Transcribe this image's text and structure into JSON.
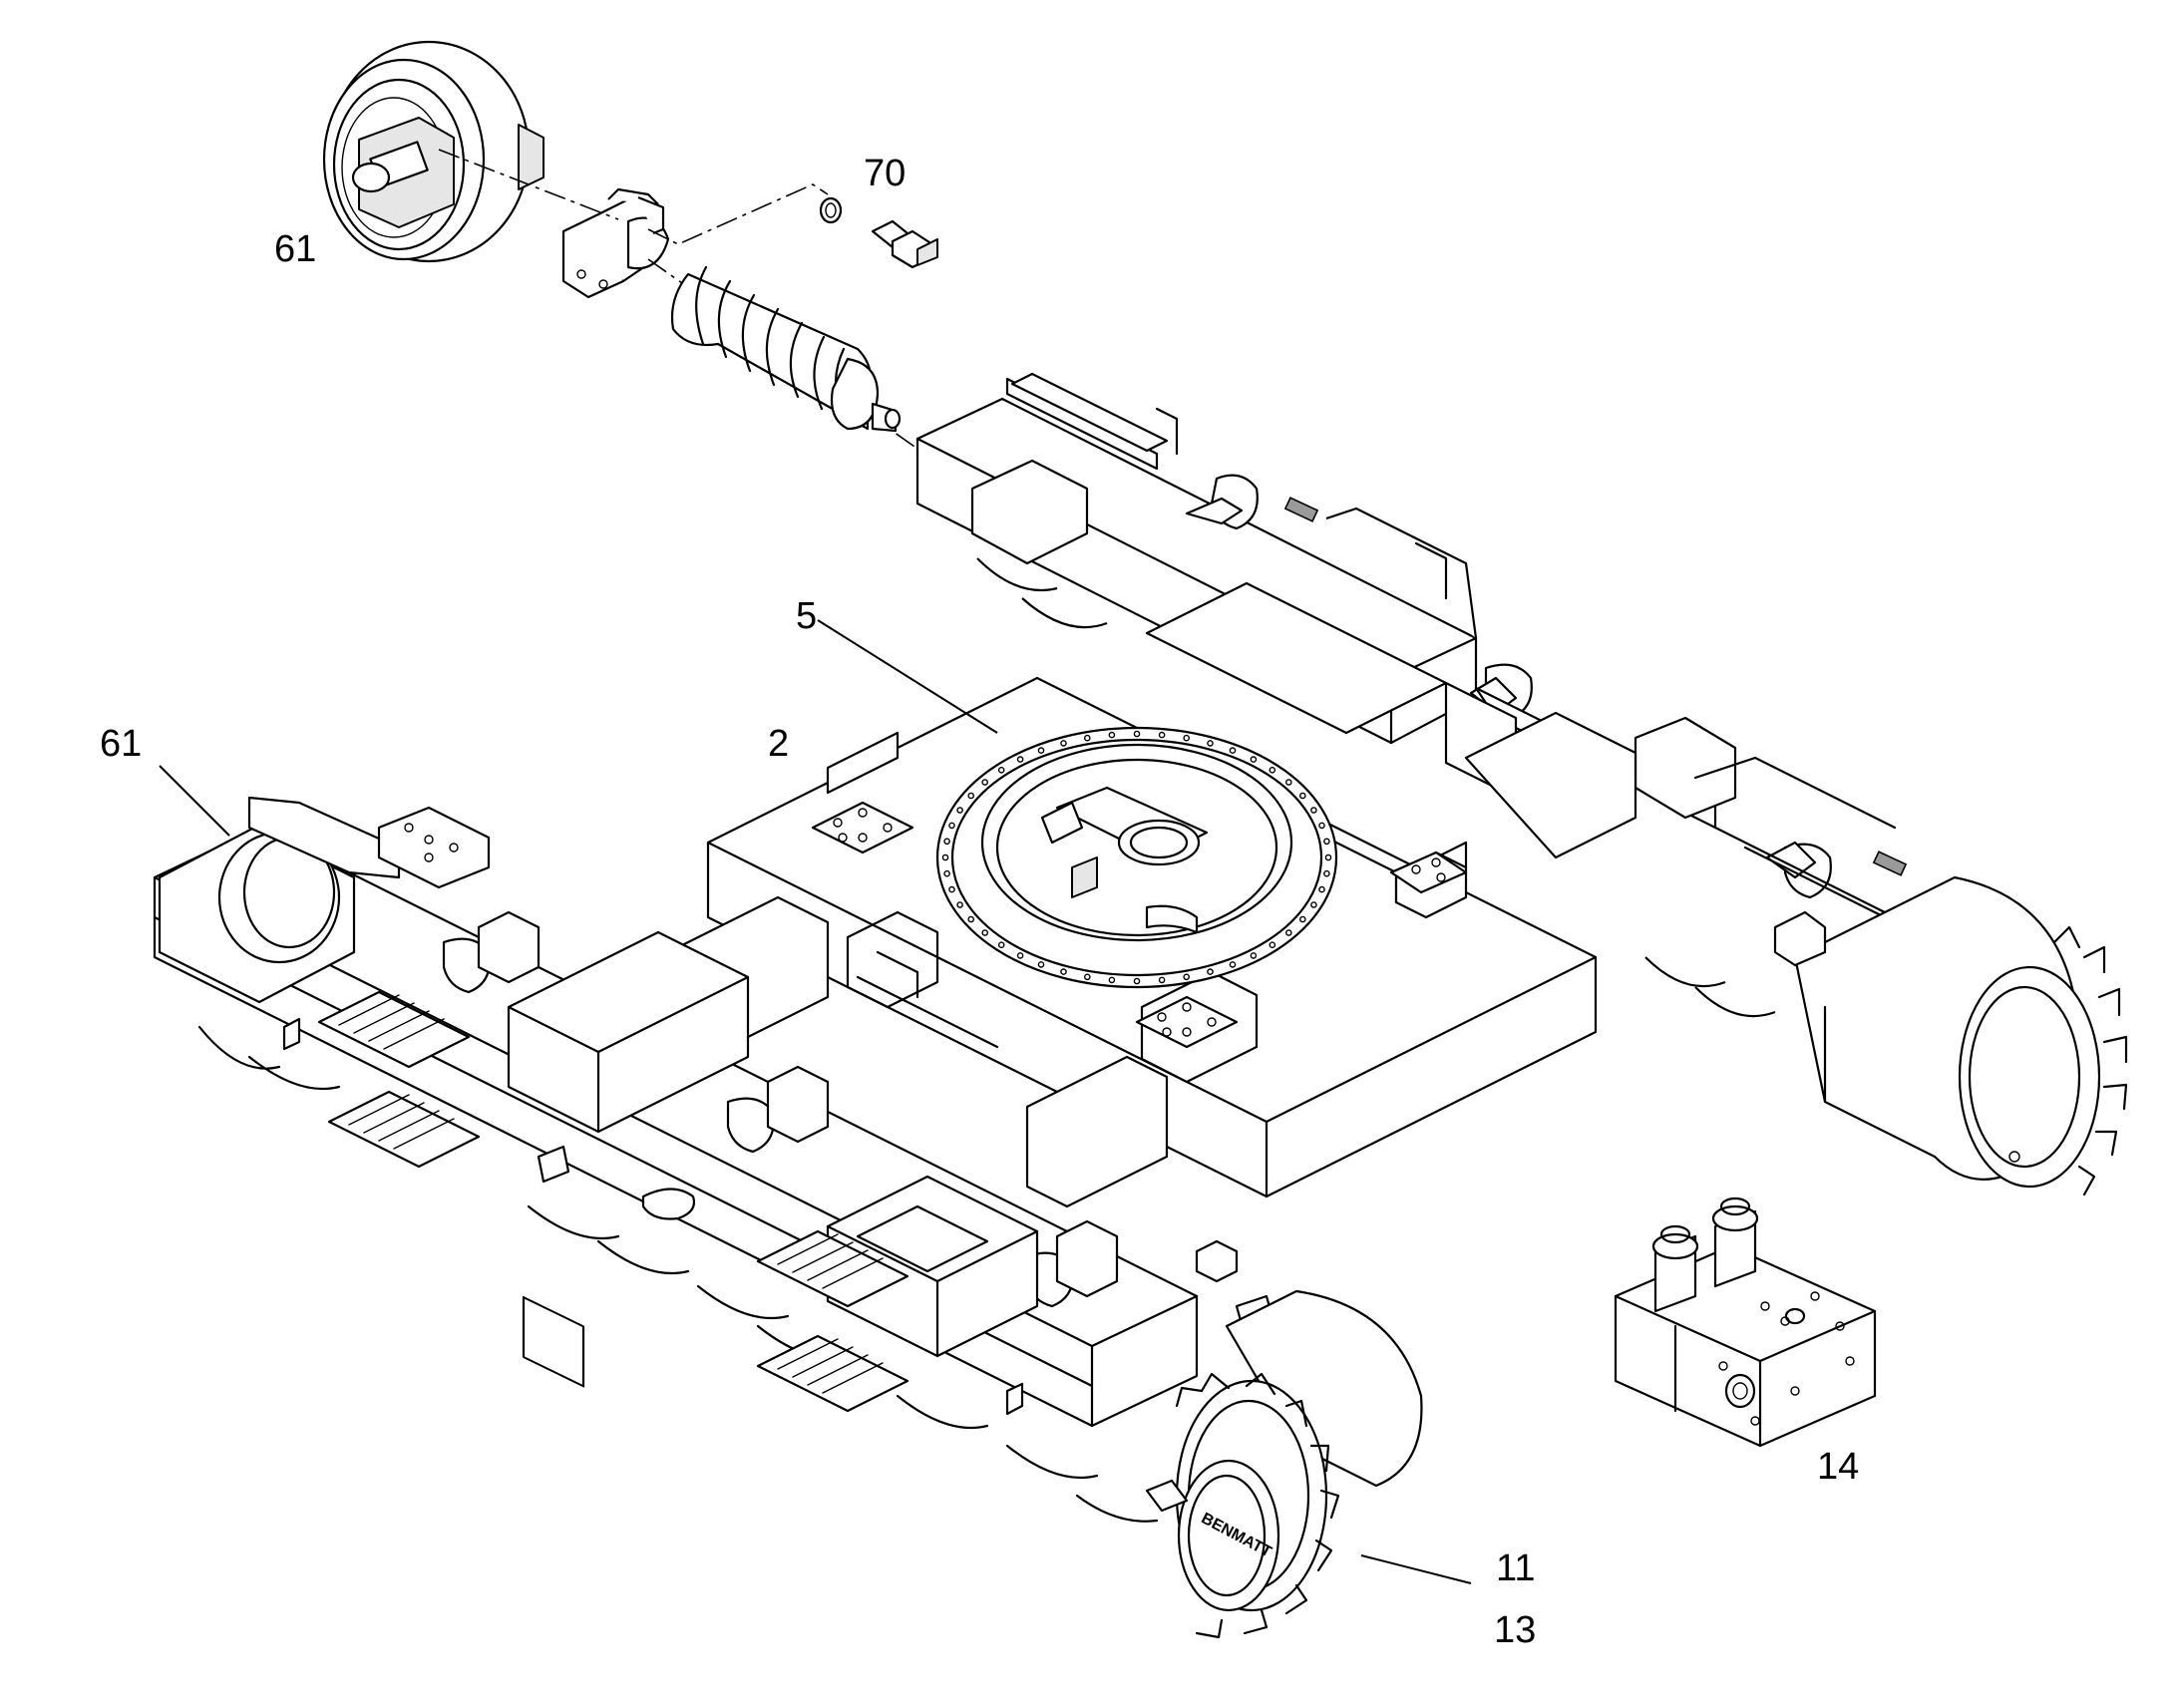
{
  "diagram": {
    "callouts": {
      "idler_top": "61",
      "fitting": "70",
      "bearing_ring": "5",
      "frame": "2",
      "idler_left": "61",
      "drive_a": "11",
      "drive_b": "13",
      "valve_block": "14"
    },
    "sprocket_logo": "BENMATT",
    "line_color": "#000000",
    "background_color": "#ffffff"
  }
}
